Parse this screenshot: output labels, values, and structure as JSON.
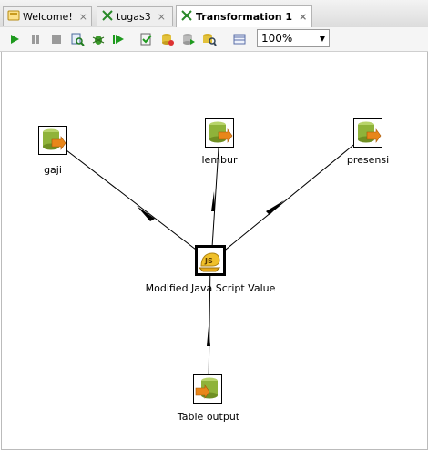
{
  "tabs": [
    {
      "label": "Welcome!",
      "icon": "welcome-icon",
      "active": false
    },
    {
      "label": "tugas3",
      "icon": "transformation-icon",
      "active": false
    },
    {
      "label": "Transformation 1",
      "icon": "transformation-icon",
      "active": true
    }
  ],
  "toolbar": {
    "buttons": [
      "run-icon",
      "pause-icon",
      "stop-icon",
      "preview-icon",
      "debug-icon",
      "replay-icon",
      "verify-icon",
      "impact-icon",
      "sql-icon",
      "explore-db-icon",
      "show-results-icon"
    ],
    "zoom_value": "100%"
  },
  "steps": {
    "gaji": "gaji",
    "lembur": "lembur",
    "presensi": "presensi",
    "js": "Modified Java Script Value",
    "output": "Table output"
  },
  "colors": {
    "canvas": "#ffffff",
    "hop": "#000000",
    "db_green": "#8fb33a",
    "arrow_orange": "#e8861a"
  }
}
